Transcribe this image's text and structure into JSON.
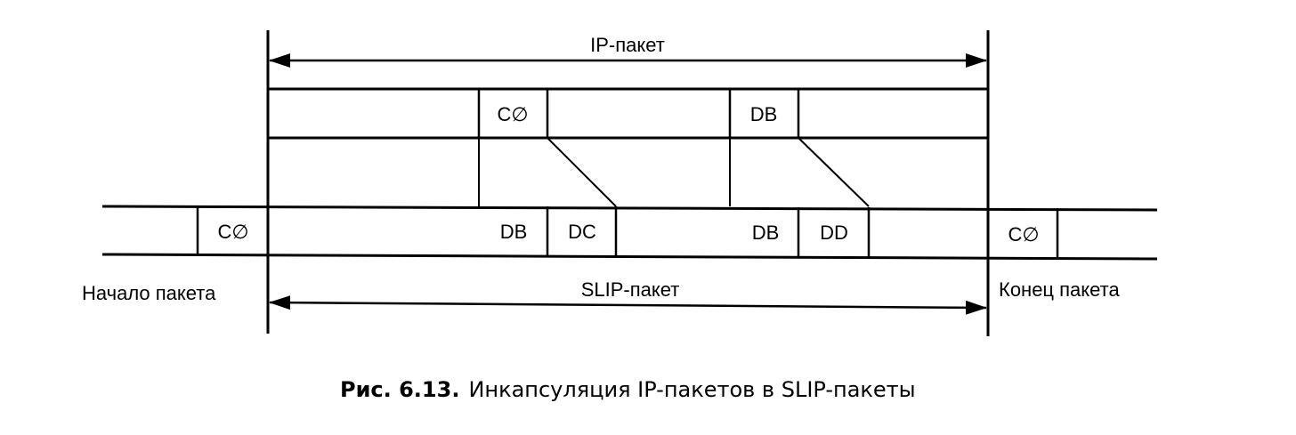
{
  "diagram": {
    "ip_packet_label": "IP-пакет",
    "slip_packet_label": "SLIP-пакет",
    "start_label": "Начало пакета",
    "end_label": "Конец пакета",
    "ip_cells": [
      "C∅",
      "DB"
    ],
    "slip_cells": [
      "C∅",
      "DB",
      "DC",
      "DB",
      "DD",
      "C∅"
    ]
  },
  "caption": {
    "number": "Рис.  6.13.",
    "text": "Инкапсуляция IP-пакетов в SLIP-пакеты"
  }
}
